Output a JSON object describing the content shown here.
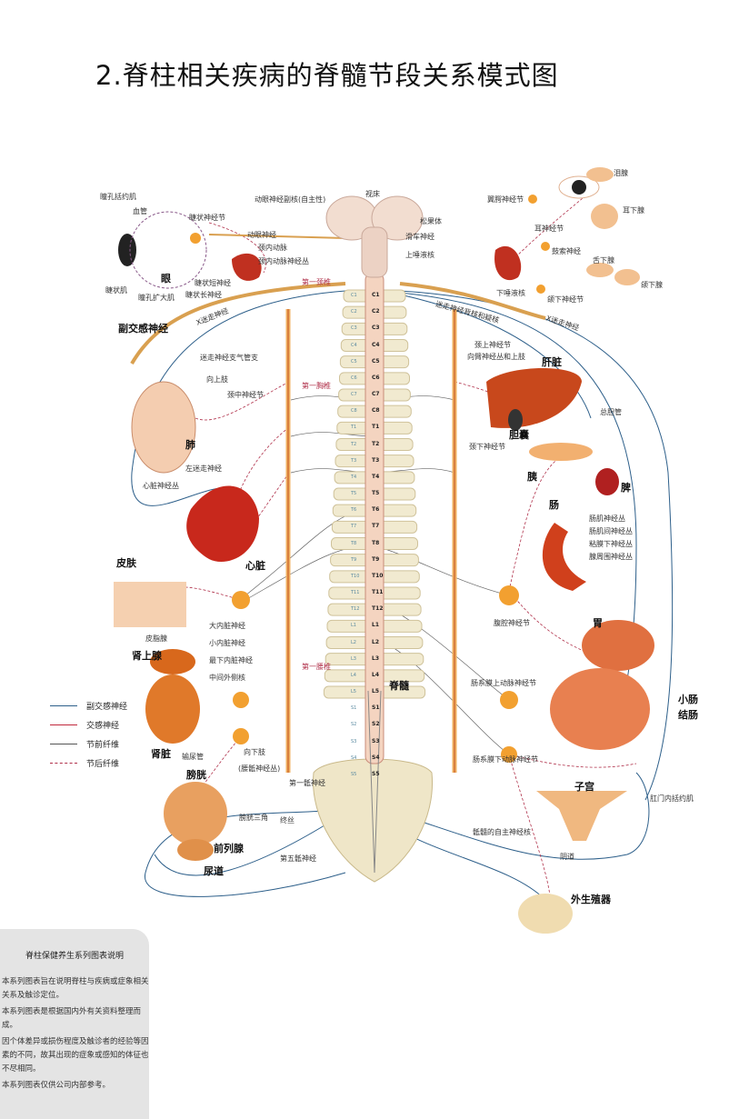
{
  "title": "2.脊柱相关疾病的脊髓节段关系模式图",
  "labels": {
    "pupil_sphincter": "瞳孔括约肌",
    "blood_vessel": "血管",
    "ciliary_ganglion": "睫状神经节",
    "oculomotor_accessory": "动眼神经副核(自主性)",
    "thalamus": "视床",
    "pineal": "松果体",
    "trochlear": "滑车神经",
    "sup_salivatory": "上唾液核",
    "oculomotor": "动眼神经",
    "internal_carotid": "颈内动脉",
    "carotid_plexus": "颈内动脉神经丛",
    "eye": "眼",
    "short_ciliary": "睫状短神经",
    "long_ciliary": "睫状长神经",
    "ciliary_muscle": "睫状肌",
    "pupil_dilator": "瞳孔扩大肌",
    "first_cervical": "第一颈椎",
    "vagus_left": "X迷走神经",
    "parasympathetic": "副交感神经",
    "vagus_bronchial": "迷走神经支气管支",
    "to_upper_limb": "向上肢",
    "middle_cervical_ganglion": "颈中神经节",
    "first_thoracic": "第一胸椎",
    "pterygopalatine": "翼腭神经节",
    "lacrimal": "泪腺",
    "parotid": "耳下腺",
    "otic_ganglion": "耳神经节",
    "chorda_tympani": "鼓索神经",
    "sublingual": "舌下腺",
    "submandibular": "颌下腺",
    "inf_salivatory": "下唾液核",
    "submandibular_ganglion": "颌下神经节",
    "vagus_nuclei": "迷走神经背核和疑核",
    "vagus_right": "X迷走神经",
    "sup_cervical_ganglion": "颈上神经节",
    "to_brachial": "向臂神经丛和上肢",
    "liver": "肝脏",
    "common_bile_duct": "总胆管",
    "gallbladder": "胆囊",
    "inf_cervical_ganglion": "颈下神经节",
    "pancreas": "胰",
    "spleen": "脾",
    "intestine": "肠",
    "myenteric": "肠肌神经丛",
    "intermuscular": "肠肌间神经丛",
    "submucosal": "粘膜下神经丛",
    "periglandular": "腺周围神经丛",
    "celiac_ganglion": "腹腔神经节",
    "stomach": "胃",
    "sup_mesenteric": "肠系膜上动脉神经节",
    "small_intestine": "小肠",
    "colon": "结肠",
    "inf_mesenteric": "肠系膜下动脉神经节",
    "uterus": "子宫",
    "anal_sphincter": "肛门内括约肌",
    "sacral_nuclei": "骶髓的自主神经核",
    "vagina": "阴道",
    "genitals": "外生殖器",
    "lung": "肺",
    "left_vagus": "左迷走神经",
    "cardiac_plexus": "心脏神经丛",
    "heart": "心脏",
    "skin": "皮肤",
    "sebaceous": "皮脂腺",
    "greater_splanchnic": "大内脏神经",
    "lesser_splanchnic": "小内脏神经",
    "least_splanchnic": "最下内脏神经",
    "intermediolateral": "中间外侧核",
    "first_lumbar": "第一腰椎",
    "adrenal": "肾上腺",
    "spinal_cord": "脊髓",
    "kidney": "肾脏",
    "ureter": "输尿管",
    "to_lower_limb": "向下肢",
    "lumbosacral": "(腰骶神经丛)",
    "first_sacral_nerve": "第一骶神经",
    "bladder": "膀胱",
    "trigone": "膀胱三角",
    "filum": "终丝",
    "prostate": "前列腺",
    "fifth_sacral_nerve": "第五骶神经",
    "urethra": "尿道"
  },
  "segments": [
    "C1",
    "C2",
    "C3",
    "C4",
    "C5",
    "C6",
    "C7",
    "C8",
    "T1",
    "T2",
    "T3",
    "T4",
    "T5",
    "T6",
    "T7",
    "T8",
    "T9",
    "T10",
    "T11",
    "T12",
    "L1",
    "L2",
    "L3",
    "L4",
    "L5",
    "S1",
    "S2",
    "S3",
    "S4",
    "S5"
  ],
  "legend": [
    {
      "label": "副交感神经",
      "color": "#2d5f8a",
      "style": "solid"
    },
    {
      "label": "交感神经",
      "color": "#c0283c",
      "style": "solid"
    },
    {
      "label": "节前纤维",
      "color": "#555555",
      "style": "solid"
    },
    {
      "label": "节后纤维",
      "color": "#b0304a",
      "style": "dashed"
    }
  ],
  "info": {
    "heading": "脊柱保健养生系列图表说明",
    "items": [
      "本系列图表旨在说明脊柱与疾病或症象相关关系及触诊定位。",
      "本系列图表是根据国内外有关资料整理而成。",
      "因个体差异或损伤程度及触诊者的经验等因素的不同，故其出现的症象或感知的体征也不尽相同。",
      "本系列图表仅供公司内部参考。"
    ]
  }
}
